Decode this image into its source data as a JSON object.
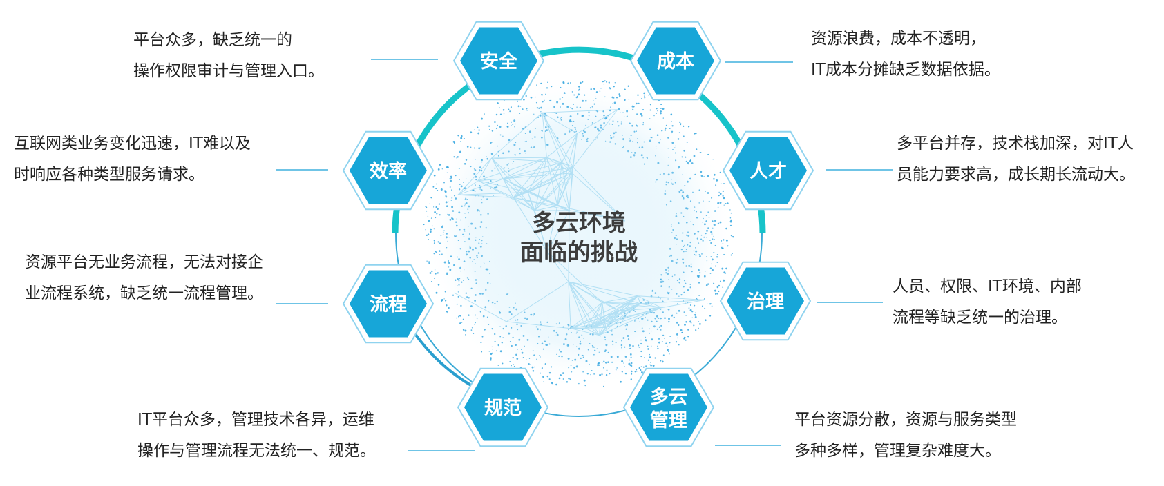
{
  "center": {
    "title_line1": "多云环境",
    "title_line2": "面临的挑战"
  },
  "colors": {
    "hex_fill": "#17a6d8",
    "hex_outline": "#8fd3ef",
    "ring": "#3aaad6",
    "arc_teal": "#17c3c9",
    "connector": "#6fc4e6",
    "sphere": "#2ea3df",
    "text": "#222222"
  },
  "nodes": [
    {
      "id": "anquan",
      "label": "安全",
      "desc": [
        "平台众多，缺乏统一的",
        "操作权限审计与管理入口。"
      ]
    },
    {
      "id": "chengben",
      "label": "成本",
      "desc": [
        "资源浪费，成本不透明，",
        "IT成本分摊缺乏数据依据。"
      ]
    },
    {
      "id": "xiaolv",
      "label": "效率",
      "desc": [
        "互联网类业务变化迅速，IT难以及",
        "时响应各种类型服务请求。"
      ]
    },
    {
      "id": "rencai",
      "label": "人才",
      "desc": [
        "多平台并存，技术栈加深，对IT人",
        "员能力要求高，成长期长流动大。"
      ]
    },
    {
      "id": "liucheng",
      "label": "流程",
      "desc": [
        "资源平台无业务流程，无法对接企",
        "业流程系统，缺乏统一流程管理。"
      ]
    },
    {
      "id": "zhili",
      "label": "治理",
      "desc": [
        "人员、权限、IT环境、内部",
        "流程等缺乏统一的治理。"
      ]
    },
    {
      "id": "guifan",
      "label": "规范",
      "desc": [
        "IT平台众多，管理技术各异，运维",
        "操作与管理流程无法统一、规范。"
      ]
    },
    {
      "id": "duoyun",
      "label": "多云管理",
      "label_lines": [
        "多云",
        "管理"
      ],
      "desc": [
        "平台资源分散，资源与服务类型",
        "多种多样，管理复杂难度大。"
      ]
    }
  ]
}
